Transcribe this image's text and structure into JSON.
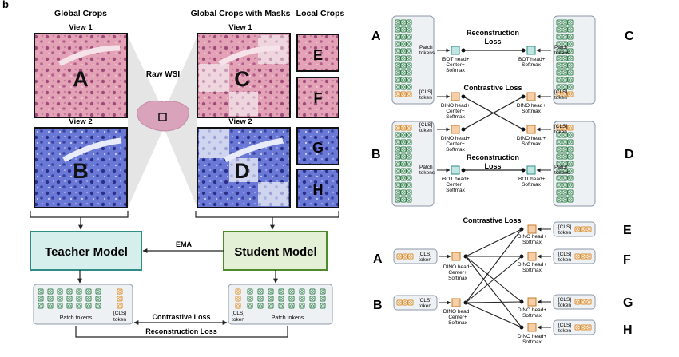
{
  "left_panel": {
    "panel_letter": "b",
    "header_global": "Global Crops",
    "header_masked": "Global Crops with Masks",
    "header_local": "Local Crops",
    "view1": "View 1",
    "view2": "View 2",
    "raw_wsi": "Raw WSI",
    "crop_letters": [
      "A",
      "B",
      "C",
      "D",
      "E",
      "F",
      "G",
      "H"
    ],
    "teacher": "Teacher Model",
    "student": "Student Model",
    "ema": "EMA",
    "teacher_patch_label": "Patch tokens",
    "cls_token_line1": "[CLS]",
    "cls_token_line2": "token",
    "student_patch_label": "Patch tokens",
    "contrastive": "Contrastive Loss",
    "reconstruction": "Reconstruction Loss"
  },
  "right_top": {
    "letters": [
      "A",
      "B",
      "C",
      "D"
    ],
    "patch_line1": "Patch",
    "patch_line2": "tokens",
    "cls_line1": "[CLS]",
    "cls_line2": "token",
    "recon_line1": "Reconstruction",
    "recon_line2": "Loss",
    "contrastive": "Contrastive Loss",
    "ibot_head": [
      "iBOT head+",
      "Center+",
      "Softmax"
    ],
    "ibot_head_student": [
      "iBOT head+",
      "Softmax"
    ],
    "dino_head": [
      "DINO head+",
      "Center+",
      "Softmax"
    ],
    "dino_head_student": [
      "DINO head+",
      "Softmax"
    ]
  },
  "right_bottom": {
    "contrastive": "Contrastive Loss",
    "teacher_letters": [
      "A",
      "B"
    ],
    "student_letters": [
      "E",
      "F",
      "G",
      "H"
    ],
    "cls_line1": "[CLS]",
    "cls_line2": "token",
    "dino_head": [
      "DINO head+",
      "Center+",
      "Softmax"
    ],
    "dino_head_student": [
      "DINO head+",
      "Softmax"
    ]
  },
  "colors": {
    "he_pink": "#d9899f",
    "ihc_blue": "#5c6ad0",
    "teacher_fill": "#d6efed",
    "teacher_stroke": "#2f8c86",
    "student_fill": "#e3f0d6",
    "student_stroke": "#4f8a2c",
    "box_fill": "#eef1f4",
    "box_stroke": "#8d98a6",
    "token_green": "#2f7d4a",
    "token_orange": "#d98a2a",
    "head_teal": "#bfe6e3",
    "head_orange": "#f5cfa8"
  }
}
